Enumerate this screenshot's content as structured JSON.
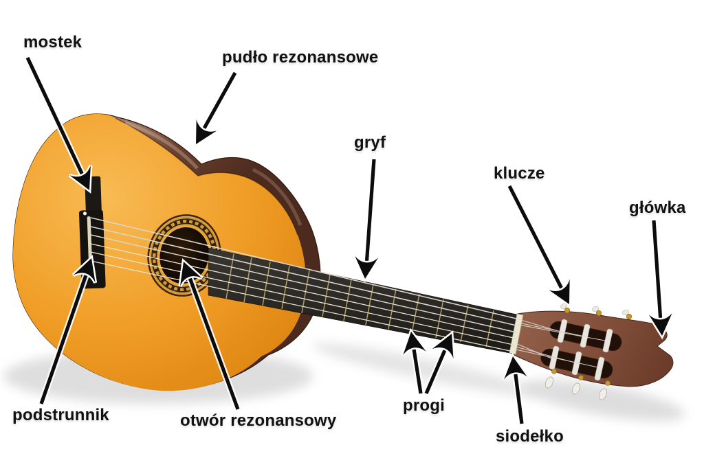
{
  "diagram": {
    "subject": "budowa gitary klasycznej",
    "labels": [
      {
        "id": "mostek",
        "text": "mostek"
      },
      {
        "id": "pudlo-rezonansowe",
        "text": "pudło rezonansowe"
      },
      {
        "id": "gryf",
        "text": "gryf"
      },
      {
        "id": "klucze",
        "text": "klucze"
      },
      {
        "id": "glowka",
        "text": "główka"
      },
      {
        "id": "podstrunnik",
        "text": "podstrunnik"
      },
      {
        "id": "otwor-rezonansowy",
        "text": "otwór rezonansowy"
      },
      {
        "id": "progi",
        "text": "progi"
      },
      {
        "id": "siodelko",
        "text": "siodełko"
      }
    ],
    "colors": {
      "background": "#ffffff",
      "label_text": "#111111",
      "arrow": "#0c0c0c",
      "body_amber": "#f0a02c",
      "body_side_brown": "#6b4130",
      "fretboard_black": "#24211d",
      "headstock_brown": "#7c4a36",
      "rosette_gold": "#c9973a",
      "strings": "#e8e4d4",
      "nut_saddle": "#ece7d2"
    }
  }
}
